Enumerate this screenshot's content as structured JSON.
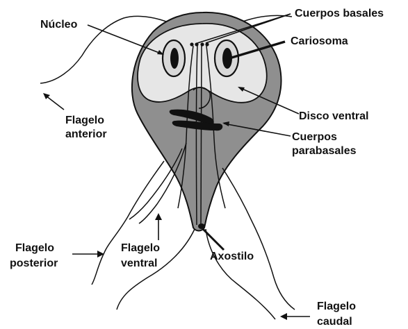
{
  "title": "",
  "colors": {
    "body_fill": "#8f8f8f",
    "disc_fill": "#e6e6e6",
    "outline": "#111111",
    "background": "#ffffff"
  },
  "labels": {
    "nucleo": "Núcleo",
    "cuerpos_basales": "Cuerpos basales",
    "cariosoma": "Cariosoma",
    "flagelo_anterior_1": "Flagelo",
    "flagelo_anterior_2": "anterior",
    "disco_ventral": "Disco ventral",
    "cuerpos_parabasales_1": "Cuerpos",
    "cuerpos_parabasales_2": "parabasales",
    "flagelo_posterior_1": "Flagelo",
    "flagelo_posterior_2": "posterior",
    "flagelo_ventral_1": "Flagelo",
    "flagelo_ventral_2": "ventral",
    "axostilo": "Axostilo",
    "flagelo_caudal_1": "Flagelo",
    "flagelo_caudal_2": "caudal"
  }
}
